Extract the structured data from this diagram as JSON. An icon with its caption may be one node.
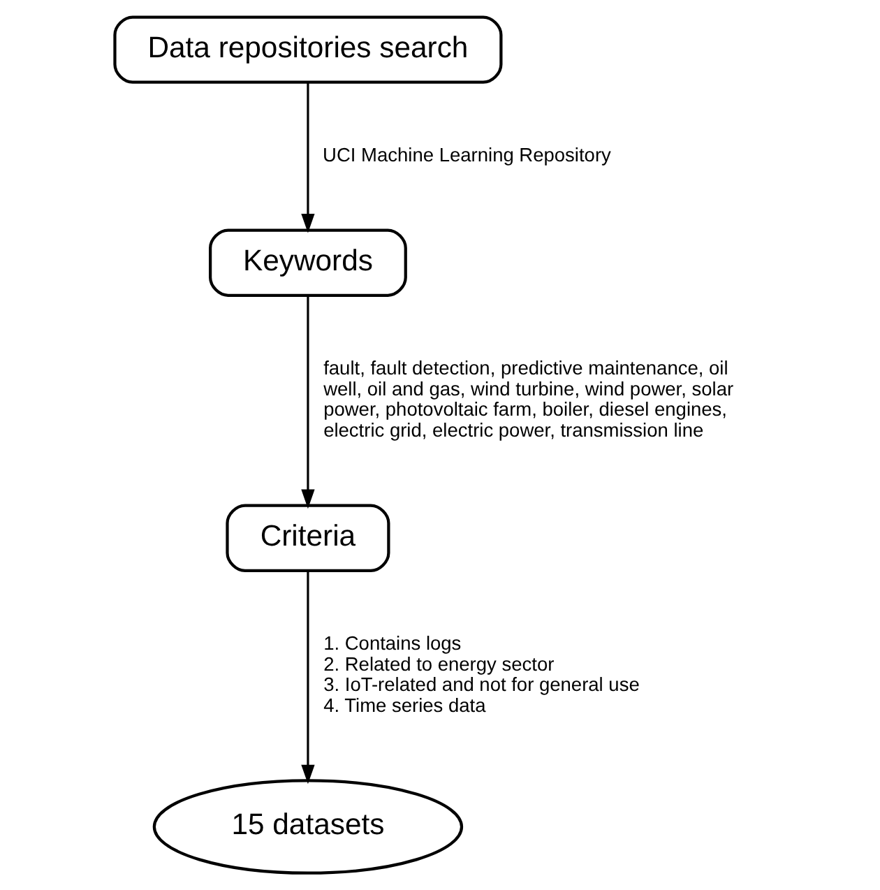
{
  "diagram": {
    "nodes": [
      {
        "text": [
          "Data repositories search"
        ]
      },
      {
        "text": [
          "Keywords"
        ]
      },
      {
        "text": [
          "Criteria"
        ]
      },
      {
        "text": [
          "15 datasets"
        ]
      }
    ],
    "edges": [
      {
        "from": 0,
        "to": 1,
        "arrow": "to",
        "label": "UCI Machine Learning Repository"
      },
      {
        "from": 1,
        "to": 2,
        "arrow": "to",
        "label": "fault, fault detection, predictive maintenance, oil well, oil and gas, wind turbine, wind power, solar power, photovoltaic farm, boiler, diesel engines, electric grid, electric power, transmission line"
      },
      {
        "from": 2,
        "to": 3,
        "arrow": "to",
        "label": "1. Contains logs 2. Related to energy sector 3. IoT-related and not for general use 4. Time series data"
      }
    ]
  }
}
